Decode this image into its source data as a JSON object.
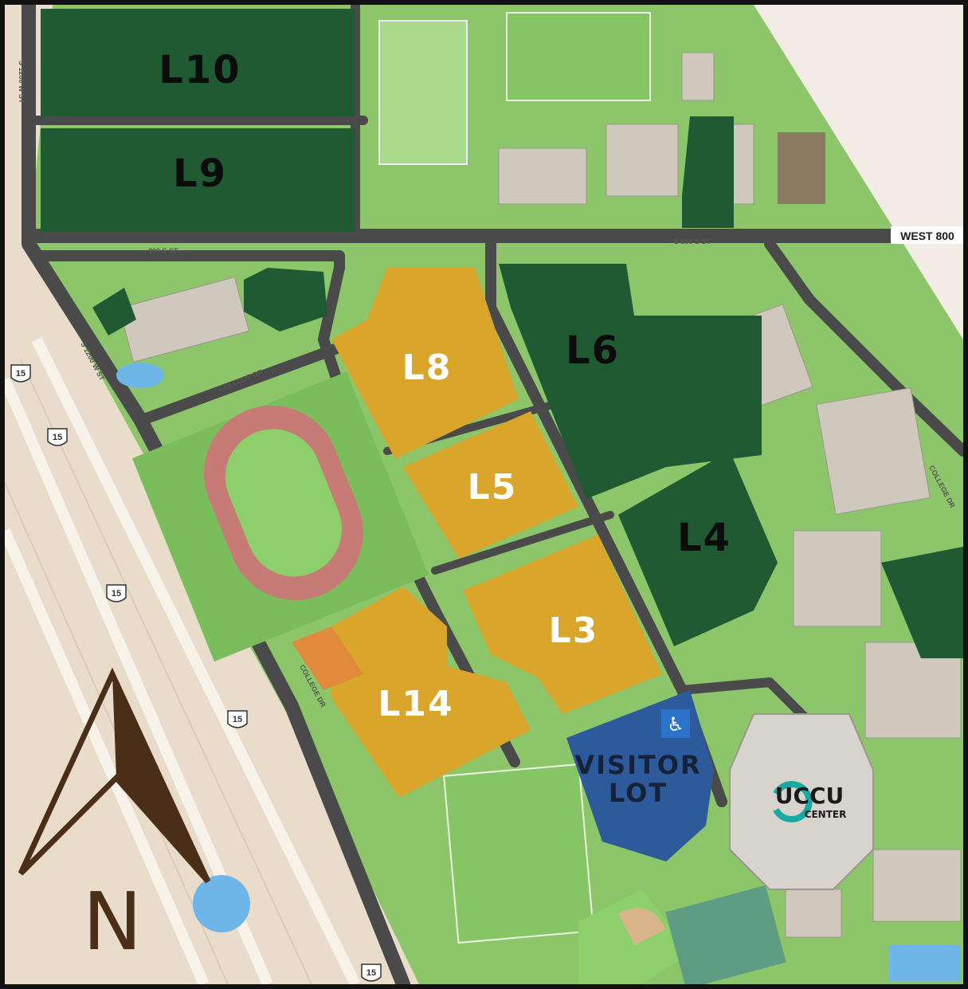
{
  "lots": {
    "l10": "L10",
    "l9": "L9",
    "l8": "L8",
    "l6": "L6",
    "l5": "L5",
    "l4": "L4",
    "l3": "L3",
    "l14": "L14",
    "visitor_line1": "VISITOR",
    "visitor_line2": "LOT"
  },
  "streets": {
    "s1200w_north": "S 1200 W ST",
    "s800_west": "800 S ST",
    "s800_east": "S 800 S ST",
    "west800": "WEST 800",
    "s1200w_south": "S 1200 W ST",
    "college_dr_north": "COLLEGE DR",
    "college_dr_west": "COLLEGE DR",
    "college_dr_east": "COLLEGE DR"
  },
  "highway_shield": "15",
  "uccu": {
    "name": "UCCU",
    "sub": "CENTER"
  },
  "compass_letter": "N",
  "accessible_symbol": "♿",
  "colors": {
    "lot_green": "#1f5a33",
    "lot_gold": "#d9a52a",
    "lot_orange": "#e08a3c",
    "visitor_blue": "#2d5a9a",
    "grass": "#7fbf5f",
    "road": "#4a4a4a",
    "sand": "#e9dccb",
    "compass": "#4a2e17",
    "water": "#6fb6e8"
  }
}
